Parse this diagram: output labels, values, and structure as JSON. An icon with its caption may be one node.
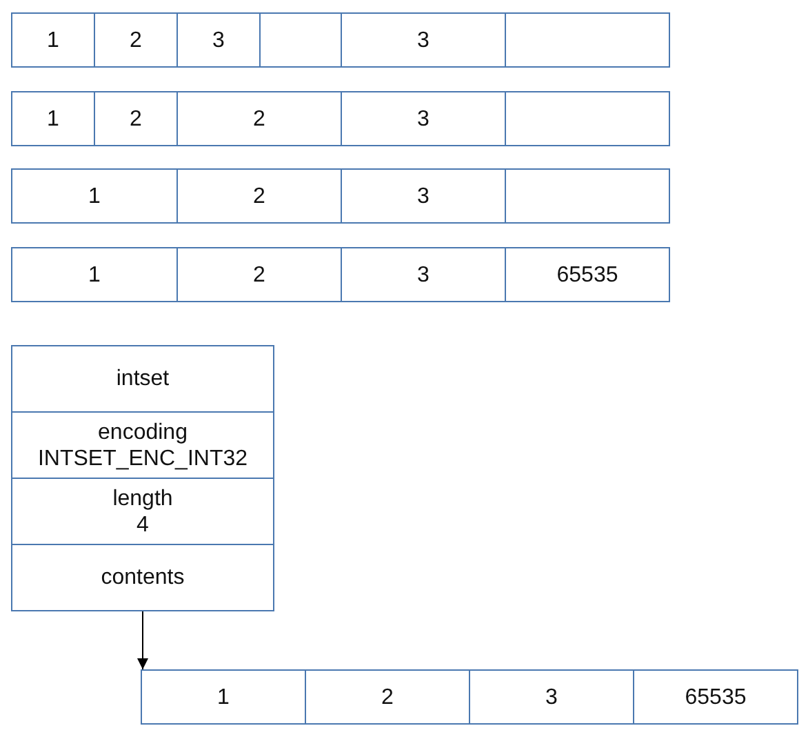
{
  "diagram": {
    "nodes": [
      {
        "text": [
          "1"
        ]
      },
      {
        "text": [
          "2"
        ]
      },
      {
        "text": [
          "3"
        ]
      },
      {
        "text": [],
        "shape": "box"
      },
      {
        "text": [
          "3"
        ]
      },
      {
        "text": [],
        "shape": "box"
      },
      {
        "text": [
          "1"
        ]
      },
      {
        "text": [
          "2"
        ]
      },
      {
        "text": [
          "2"
        ]
      },
      {
        "text": [
          "3"
        ]
      },
      {
        "text": [],
        "shape": "box"
      },
      {
        "text": [
          "1"
        ]
      },
      {
        "text": [
          "2"
        ]
      },
      {
        "text": [
          "3"
        ]
      },
      {
        "text": [],
        "shape": "box"
      },
      {
        "text": [
          "1"
        ]
      },
      {
        "text": [
          "2"
        ]
      },
      {
        "text": [
          "3"
        ]
      },
      {
        "text": [
          "65535"
        ]
      },
      {
        "text": [
          "intset"
        ]
      },
      {
        "text": [
          "encoding",
          "INTSET_ENC_INT32"
        ]
      },
      {
        "text": [
          "length",
          "4"
        ]
      },
      {
        "text": [
          "contents"
        ]
      },
      {
        "text": [
          "1"
        ]
      },
      {
        "text": [
          "2"
        ]
      },
      {
        "text": [
          "3"
        ]
      },
      {
        "text": [
          "65535"
        ]
      }
    ],
    "edges": [
      {
        "from": 22,
        "to": 23,
        "arrow": "to"
      }
    ]
  }
}
